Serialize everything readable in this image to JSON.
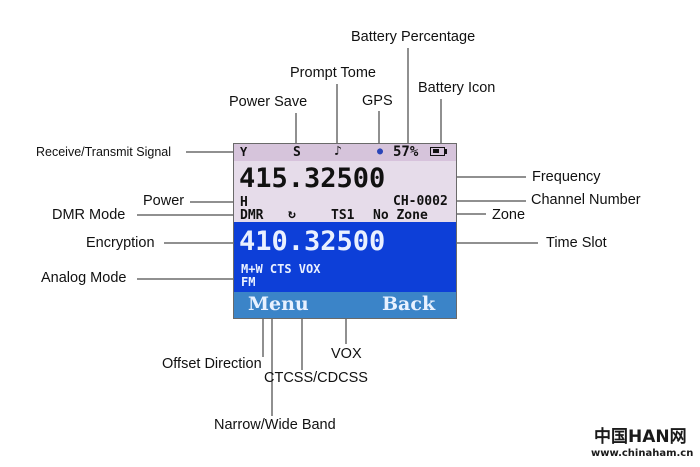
{
  "callouts": {
    "battery_percentage": "Battery Percentage",
    "prompt_tone": "Prompt Tome",
    "battery_icon": "Battery Icon",
    "power_save": "Power Save",
    "gps": "GPS",
    "rx_tx_signal": "Receive/Transmit Signal",
    "frequency": "Frequency",
    "power": "Power",
    "channel_number": "Channel Number",
    "dmr_mode": "DMR Mode",
    "zone": "Zone",
    "encryption": "Encryption",
    "time_slot": "Time Slot",
    "analog_mode": "Analog Mode",
    "offset_direction": "Offset Direction",
    "vox": "VOX",
    "ctcss_dcss": "CTCSS/CDCSS",
    "narrow_wide_band": "Narrow/Wide Band"
  },
  "screen": {
    "status": {
      "antenna_glyph": "Y",
      "power_save_glyph": "S",
      "tone_glyph": "♪",
      "gps_glyph": "●",
      "battery_text": "57%"
    },
    "frequency_top": "415.32500",
    "power_level": "H",
    "channel": "CH-0002",
    "dmr_label": "DMR",
    "encryption_glyph": "↻",
    "timeslot": "TS1",
    "zone_label": "No Zone",
    "frequency_bottom": "410.32500",
    "flags_line": "M+W CTS VOX",
    "analog_label": "FM",
    "softkey_left": "Menu",
    "softkey_right": "Back"
  },
  "watermark": {
    "site_name": "中国HAN网",
    "url": "www.chinaham.cn"
  },
  "colors": {
    "status_bg": "#d6c4db",
    "top_band": "#e6dcea",
    "blue_band": "#0d3fd8",
    "softkey_bar": "#3b84c8"
  }
}
